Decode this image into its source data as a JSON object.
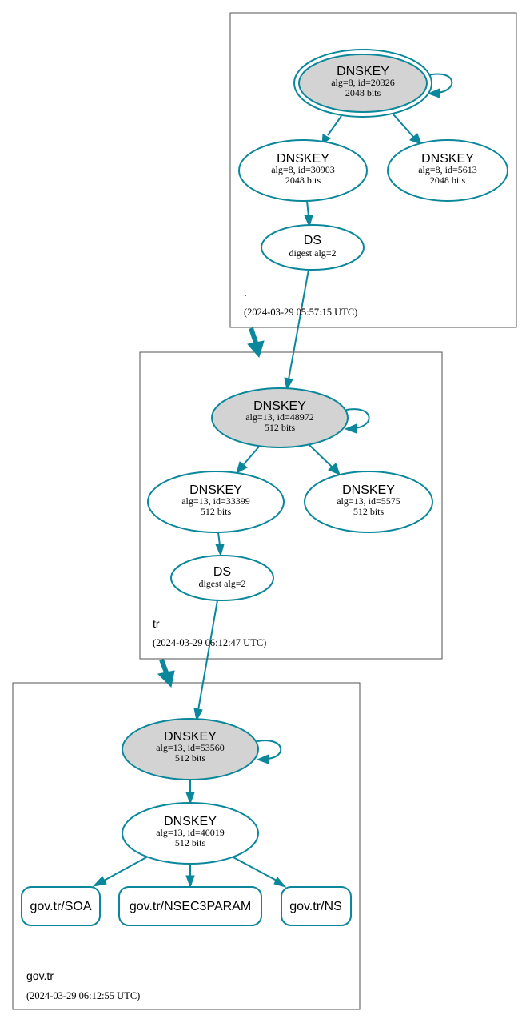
{
  "colors": {
    "accent": "#0a879a",
    "ksk_fill": "#d3d3d3",
    "border": "#505050"
  },
  "zones": {
    "root": {
      "label": ".",
      "timestamp": "(2024-03-29 05:57:15 UTC)",
      "nodes": {
        "ksk": {
          "title": "DNSKEY",
          "line1": "alg=8, id=20326",
          "line2": "2048 bits"
        },
        "zsk": {
          "title": "DNSKEY",
          "line1": "alg=8, id=30903",
          "line2": "2048 bits"
        },
        "key3": {
          "title": "DNSKEY",
          "line1": "alg=8, id=5613",
          "line2": "2048 bits"
        },
        "ds": {
          "title": "DS",
          "line1": "digest alg=2"
        }
      }
    },
    "tr": {
      "label": "tr",
      "timestamp": "(2024-03-29 06:12:47 UTC)",
      "nodes": {
        "ksk": {
          "title": "DNSKEY",
          "line1": "alg=13, id=48972",
          "line2": "512 bits"
        },
        "zsk": {
          "title": "DNSKEY",
          "line1": "alg=13, id=33399",
          "line2": "512 bits"
        },
        "key3": {
          "title": "DNSKEY",
          "line1": "alg=13, id=5575",
          "line2": "512 bits"
        },
        "ds": {
          "title": "DS",
          "line1": "digest alg=2"
        }
      }
    },
    "govtr": {
      "label": "gov.tr",
      "timestamp": "(2024-03-29 06:12:55 UTC)",
      "nodes": {
        "ksk": {
          "title": "DNSKEY",
          "line1": "alg=13, id=53560",
          "line2": "512 bits"
        },
        "zsk": {
          "title": "DNSKEY",
          "line1": "alg=13, id=40019",
          "line2": "512 bits"
        }
      },
      "records": {
        "soa": "gov.tr/SOA",
        "nsec3param": "gov.tr/NSEC3PARAM",
        "ns": "gov.tr/NS"
      }
    }
  }
}
